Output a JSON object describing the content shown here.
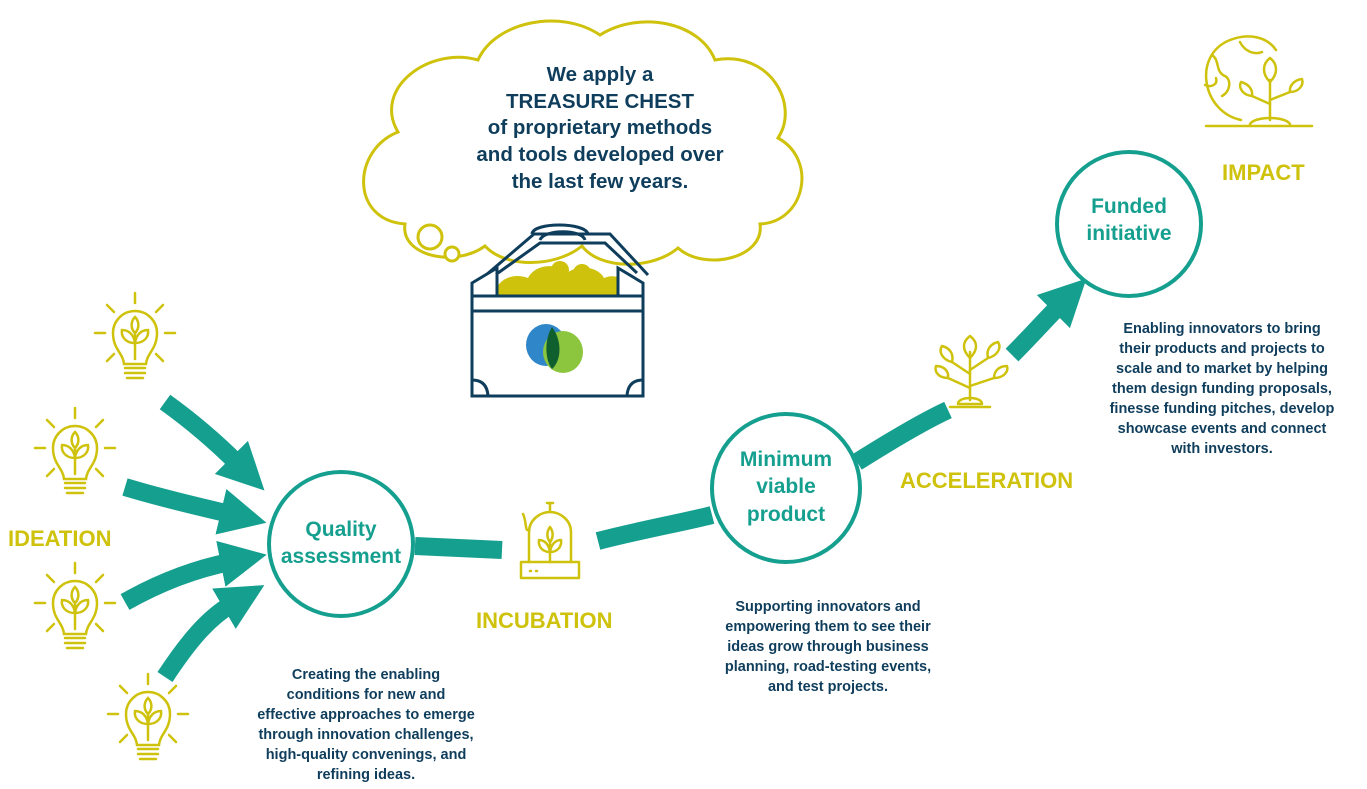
{
  "cloud": {
    "lines": [
      "We apply a",
      "TREASURE CHEST",
      "of proprietary methods",
      "and tools developed over",
      "the last few years."
    ]
  },
  "stages": {
    "ideation": "IDEATION",
    "incubation": "INCUBATION",
    "acceleration": "ACCELERATION",
    "impact": "IMPACT"
  },
  "milestones": {
    "quality": [
      "Quality",
      "assessment"
    ],
    "mvp": [
      "Minimum",
      "viable",
      "product"
    ],
    "funded": [
      "Funded",
      "initiative"
    ]
  },
  "descriptions": {
    "ideation": [
      "Creating the enabling",
      "conditions for new and",
      "effective approaches to emerge",
      "through innovation challenges,",
      "high-quality convenings, and",
      "refining ideas."
    ],
    "incubation": [
      "Supporting innovators and",
      "empowering them to see their",
      "ideas grow through business",
      "planning, road-testing events,",
      "and test projects."
    ],
    "acceleration": [
      "Enabling innovators to bring",
      "their products and projects to",
      "scale and to market by helping",
      "them design funding proposals,",
      "finesse funding pitches, develop",
      "showcase events and connect",
      "with investors."
    ]
  },
  "icons": [
    "lightbulb-sprout-icon",
    "bell-jar-sprout-icon",
    "sapling-icon",
    "globe-sprout-icon",
    "treasure-chest-icon"
  ],
  "colors": {
    "teal": "#159f8f",
    "olive": "#cfc20c",
    "navy": "#0f3d5c",
    "blue": "#2f86c8",
    "green": "#8cc63f",
    "dark_green": "#0f5f2f"
  }
}
